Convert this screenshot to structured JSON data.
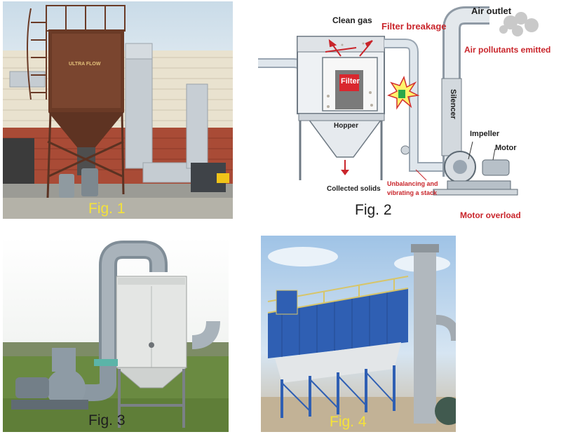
{
  "figures": {
    "fig1": {
      "caption": "Fig. 1",
      "caption_color": "#f4e23a",
      "brand_text": "ULTRA FLOW"
    },
    "fig2": {
      "caption": "Fig. 2",
      "caption_color": "#1e1e1e",
      "labels": {
        "clean_gas": "Clean gas",
        "filter_breakage": "Filter breakage",
        "air_outlet": "Air outlet",
        "air_pollutants": "Air pollutants emitted",
        "filter": "Filter",
        "hopper": "Hopper",
        "silencer": "Silencer",
        "impeller": "Impeller",
        "motor": "Motor",
        "collected_solids": "Collected solids",
        "unbalancing": "Unbalancing and vibrating a stack",
        "motor_overload": "Motor overload"
      }
    },
    "fig3": {
      "caption": "Fig. 3",
      "caption_color": "#1e1e1e"
    },
    "fig4": {
      "caption": "Fig. 4",
      "caption_color": "#f4e23a"
    }
  },
  "colors": {
    "accent_red": "#c9252b",
    "steel": "#b9c1c8",
    "dust_brown": "#6a3a26",
    "blue_cladding": "#2f5fb3"
  }
}
